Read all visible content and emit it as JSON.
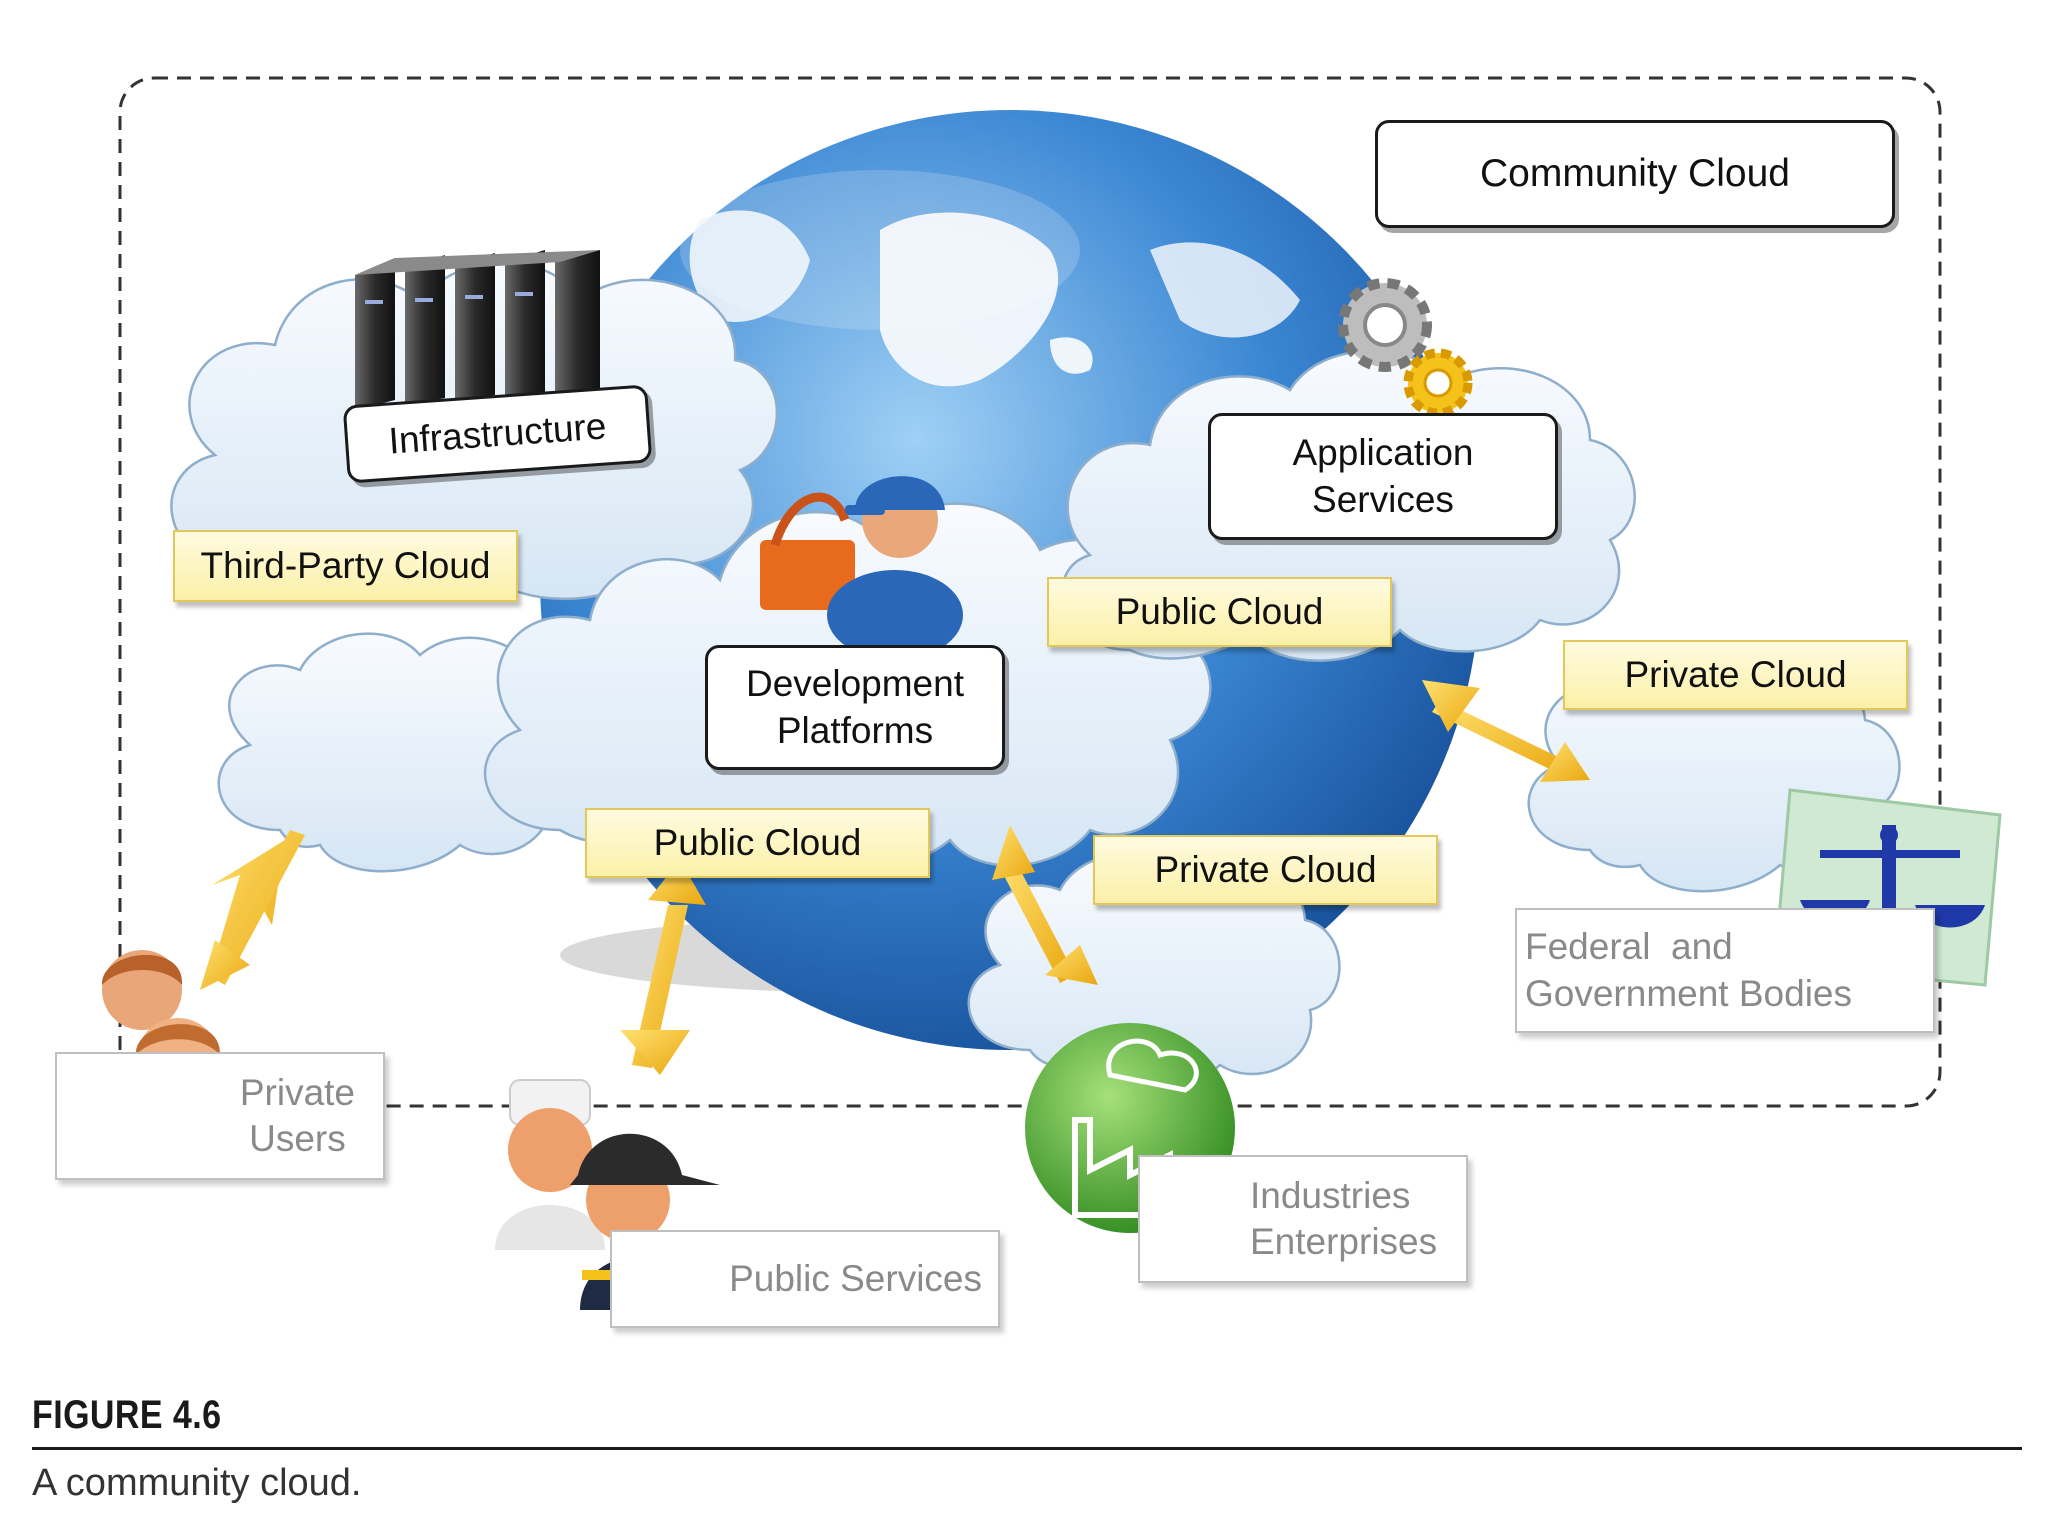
{
  "diagram": {
    "labels": {
      "community_cloud": "Community Cloud",
      "infrastructure": "Infrastructure",
      "third_party_cloud": "Third-Party Cloud",
      "development_platforms": "Development Platforms",
      "application_services": "Application Services",
      "public_cloud_right": "Public Cloud",
      "public_cloud_center": "Public Cloud",
      "private_cloud_right": "Private Cloud",
      "private_cloud_center": "Private Cloud",
      "private_users": "Private Users",
      "public_services": "Public Services",
      "industries_enterprises": "Industries Enterprises",
      "federal_government": "Federal  and Government Bodies"
    },
    "icons": [
      "server-rack-icon",
      "globe-icon",
      "developer-icon",
      "gears-icon",
      "users-icon",
      "public-services-people-icon",
      "factory-icon",
      "justice-scale-icon",
      "double-arrow-icon"
    ],
    "colors": {
      "cloud_fill": "#e3eef8",
      "label_yellow": "#fbf0a8",
      "arrow_yellow": "#f1c21b",
      "globe_blue": "#2e74c6",
      "factory_green": "#57b638"
    }
  },
  "figure": {
    "number": "FIGURE 4.6",
    "caption": "A community cloud."
  }
}
